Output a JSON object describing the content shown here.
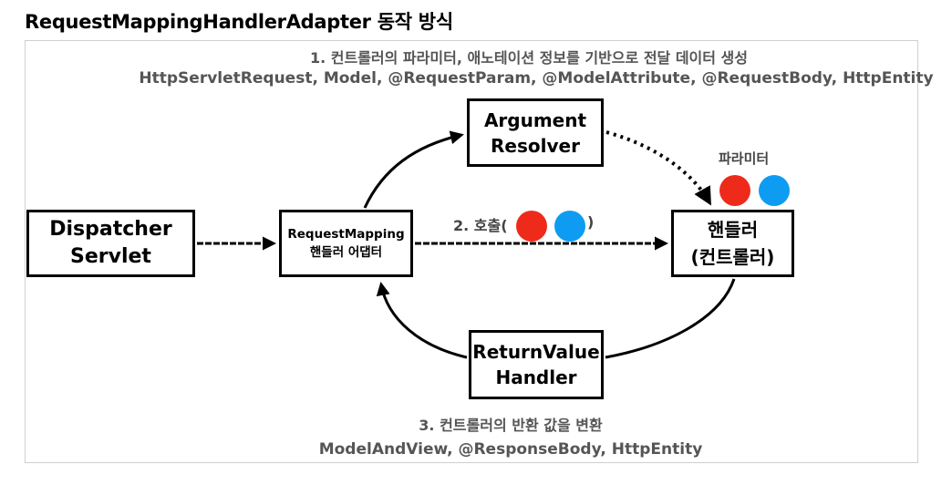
{
  "title": "RequestMappingHandlerAdapter 동작 방식",
  "notes": {
    "step1": "1. 컨트롤러의 파라미터, 애노테이션 정보를 기반으로 전달 데이터 생성",
    "step1_types": "HttpServletRequest, Model, @RequestParam, @ModelAttribute, @RequestBody, HttpEntity",
    "step3": "3. 컨트롤러의 반환 값을 변환",
    "step3_types": "ModelAndView, @ResponseBody, HttpEntity"
  },
  "boxes": {
    "dispatcher": "Dispatcher\nServlet",
    "adapter": "RequestMapping\n핸들러 어댑터",
    "argument_resolver": "Argument\nResolver",
    "handler": "핸들러\n(컨트롤러)",
    "return_value_handler": "ReturnValue\nHandler"
  },
  "labels": {
    "params": "파라미터",
    "call": "2. 호출(",
    "call_close": ")"
  },
  "colors": {
    "param_red": "#ee2b1b",
    "param_blue": "#0d9cf1",
    "note_text": "#555555",
    "line": "#000000"
  }
}
